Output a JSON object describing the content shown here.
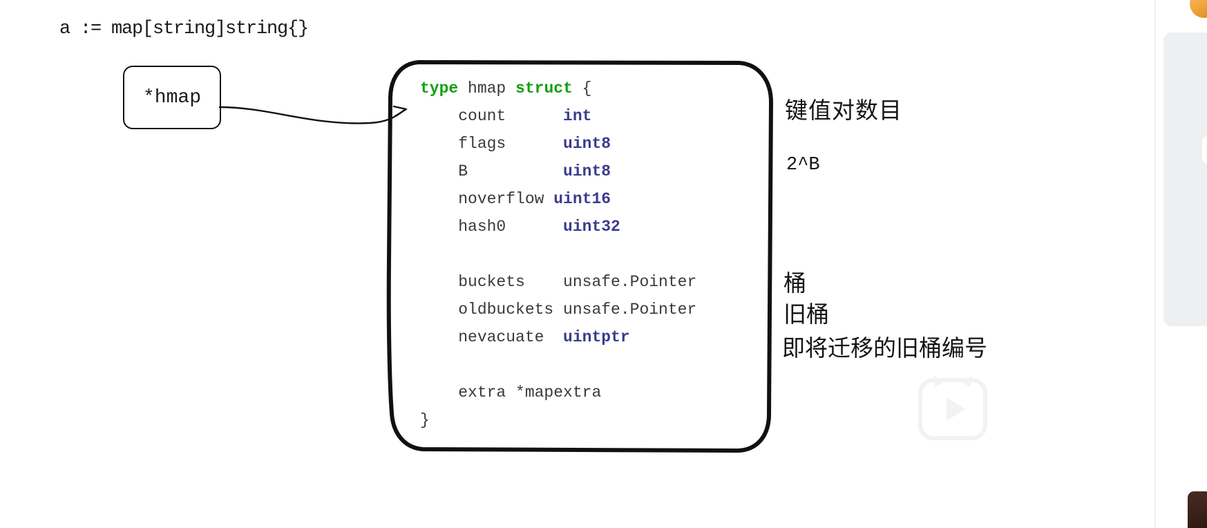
{
  "declaration": "a := map[string]string{}",
  "pointer_box": {
    "label": "*hmap"
  },
  "struct_code": {
    "lines": [
      {
        "tokens": [
          {
            "t": "type",
            "c": "kw"
          },
          {
            "t": " hmap ",
            "c": "plain"
          },
          {
            "t": "struct",
            "c": "kw"
          },
          {
            "t": " {",
            "c": "plain"
          }
        ]
      },
      {
        "tokens": [
          {
            "t": "    count      ",
            "c": "ident"
          },
          {
            "t": "int",
            "c": "typ"
          }
        ]
      },
      {
        "tokens": [
          {
            "t": "    flags      ",
            "c": "ident"
          },
          {
            "t": "uint8",
            "c": "typ"
          }
        ]
      },
      {
        "tokens": [
          {
            "t": "    B          ",
            "c": "ident"
          },
          {
            "t": "uint8",
            "c": "typ"
          }
        ]
      },
      {
        "tokens": [
          {
            "t": "    noverflow ",
            "c": "ident"
          },
          {
            "t": "uint16",
            "c": "typ"
          }
        ]
      },
      {
        "tokens": [
          {
            "t": "    hash0      ",
            "c": "ident"
          },
          {
            "t": "uint32",
            "c": "typ"
          }
        ]
      },
      {
        "tokens": []
      },
      {
        "tokens": [
          {
            "t": "    buckets    unsafe.Pointer",
            "c": "ident"
          }
        ]
      },
      {
        "tokens": [
          {
            "t": "    oldbuckets unsafe.Pointer",
            "c": "ident"
          }
        ]
      },
      {
        "tokens": [
          {
            "t": "    nevacuate  ",
            "c": "ident"
          },
          {
            "t": "uintptr",
            "c": "typ"
          }
        ]
      },
      {
        "tokens": []
      },
      {
        "tokens": [
          {
            "t": "    extra *mapextra",
            "c": "ident"
          }
        ]
      },
      {
        "tokens": [
          {
            "t": "}",
            "c": "plain"
          }
        ]
      }
    ]
  },
  "annotations": {
    "count_note": "键值对数目",
    "b_note": "2^B",
    "buckets_note": "桶",
    "oldbuckets_note": "旧桶",
    "nevacuate_note": "即将迁移的旧桶编号"
  },
  "colors": {
    "keyword_green": "#12a012",
    "type_blue": "#3b3b8f",
    "ink_black": "#111111",
    "watermark_gray": "#f1f2f4",
    "panel_gray": "#eeeff1",
    "accent_orange": "#f0a33d"
  }
}
